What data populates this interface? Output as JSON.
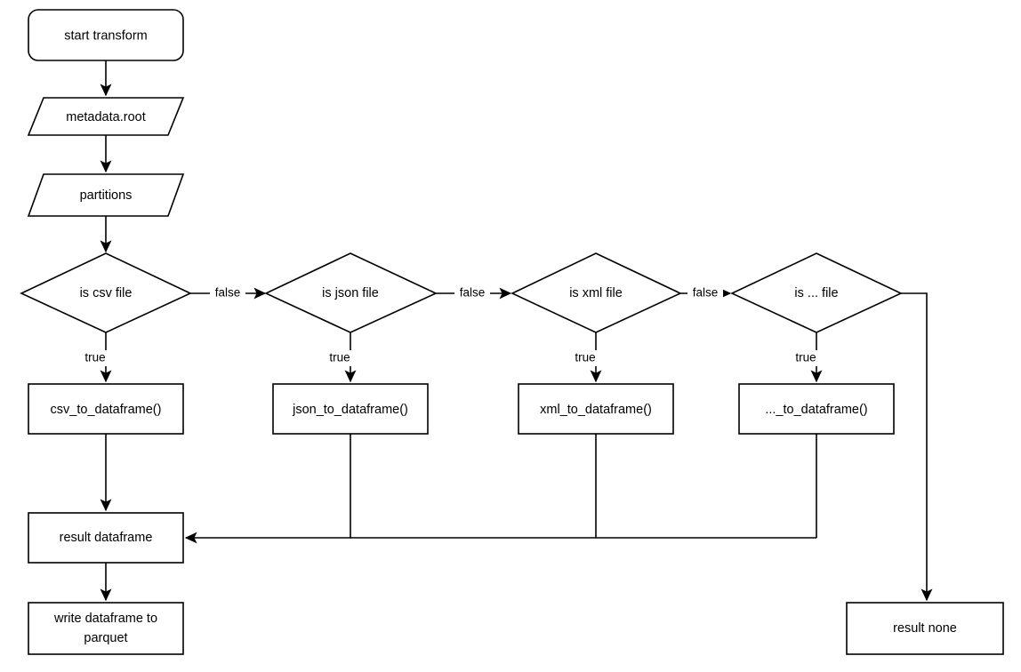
{
  "diagram": {
    "type": "flowchart",
    "title": "transform pipeline flowchart",
    "background_color": "#ffffff",
    "stroke_color": "#000000",
    "text_color": "#000000",
    "nodes": {
      "start": {
        "label": "start transform",
        "shape": "rounded-rectangle"
      },
      "metadata_root": {
        "label": "metadata.root",
        "shape": "parallelogram"
      },
      "partitions": {
        "label": "partitions",
        "shape": "parallelogram"
      },
      "is_csv": {
        "label": "is csv file",
        "shape": "diamond"
      },
      "is_json": {
        "label": "is json file",
        "shape": "diamond"
      },
      "is_xml": {
        "label": "is xml file",
        "shape": "diamond"
      },
      "is_other": {
        "label": "is ... file",
        "shape": "diamond"
      },
      "csv_fn": {
        "label": "csv_to_dataframe()",
        "shape": "rectangle"
      },
      "json_fn": {
        "label": "json_to_dataframe()",
        "shape": "rectangle"
      },
      "xml_fn": {
        "label": "xml_to_dataframe()",
        "shape": "rectangle"
      },
      "other_fn": {
        "label": "..._to_dataframe()",
        "shape": "rectangle"
      },
      "result_dataframe": {
        "label": "result dataframe",
        "shape": "rectangle"
      },
      "write_parquet": {
        "label_line1": "write dataframe to",
        "label_line2": "parquet",
        "shape": "rectangle"
      },
      "result_none": {
        "label": "result none",
        "shape": "rectangle"
      }
    },
    "edge_labels": {
      "csv_false": "false",
      "json_false": "false",
      "xml_false": "false",
      "csv_true": "true",
      "json_true": "true",
      "xml_true": "true",
      "other_true": "true"
    }
  }
}
